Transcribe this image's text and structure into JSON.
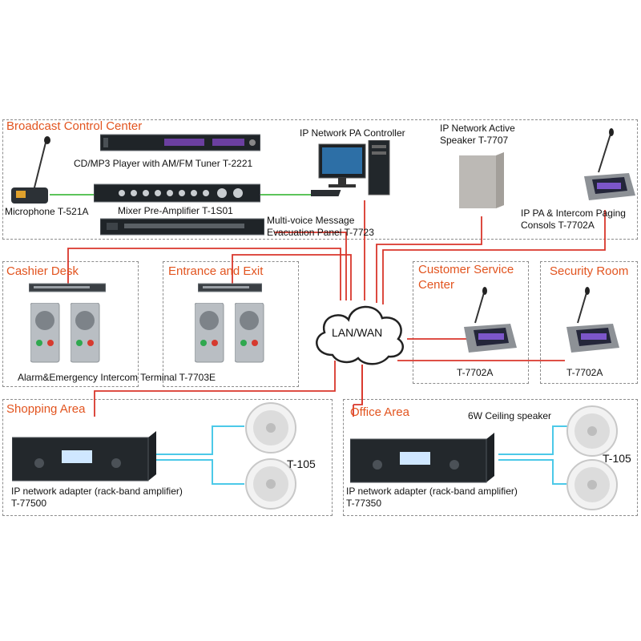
{
  "zones": {
    "broadcast": "Broadcast Control Center",
    "cashier": "Cashier Desk",
    "entrance": "Entrance and Exit",
    "customer_service_line1": "Customer Service",
    "customer_service_line2": "Center",
    "security": "Security Room",
    "shopping": "Shopping Area",
    "office": "Office Area"
  },
  "labels": {
    "cd_player": "CD/MP3 Player with AM/FM Tuner T-2221",
    "mixer": "Mixer Pre-Amplifier T-1S01",
    "microphone": "Microphone T-521A",
    "evac_line1": "Multi-voice Message",
    "evac_line2": "Evacuation Panel T-7723",
    "pa_controller": "IP Network PA Controller",
    "active_speaker_line1": "IP Network Active",
    "active_speaker_line2": "Speaker T-7707",
    "paging_line1": "IP PA & Intercom Paging",
    "paging_line2": "Consols T-7702A",
    "intercom_terminal": "Alarm&Emergency Intercom Terminal  T-7703E",
    "lan_wan": "LAN/WAN",
    "console_cs": "T-7702A",
    "console_sec": "T-7702A",
    "shop_adapter_line1": "IP network adapter (rack-band amplifier)",
    "shop_adapter_line2": "T-77500",
    "office_adapter_line1": "IP network adapter (rack-band amplifier)",
    "office_adapter_line2": "T-77350",
    "shop_speaker": "T-105",
    "office_speaker": "T-105",
    "ceiling_speaker": "6W Ceiling speaker"
  },
  "colors": {
    "zone_title": "#e2541f",
    "network_line": "#d9362b",
    "audio_line_green": "#5cc45a",
    "speaker_line_cyan": "#4cc9e8",
    "zone_border": "#8c8c8c"
  },
  "icons": [
    "microphone-icon",
    "rack-unit-icon",
    "desktop-pc-icon",
    "active-speaker-icon",
    "paging-console-icon",
    "network-switch-icon",
    "intercom-terminal-icon",
    "cloud-icon",
    "amplifier-icon",
    "ceiling-speaker-icon"
  ]
}
